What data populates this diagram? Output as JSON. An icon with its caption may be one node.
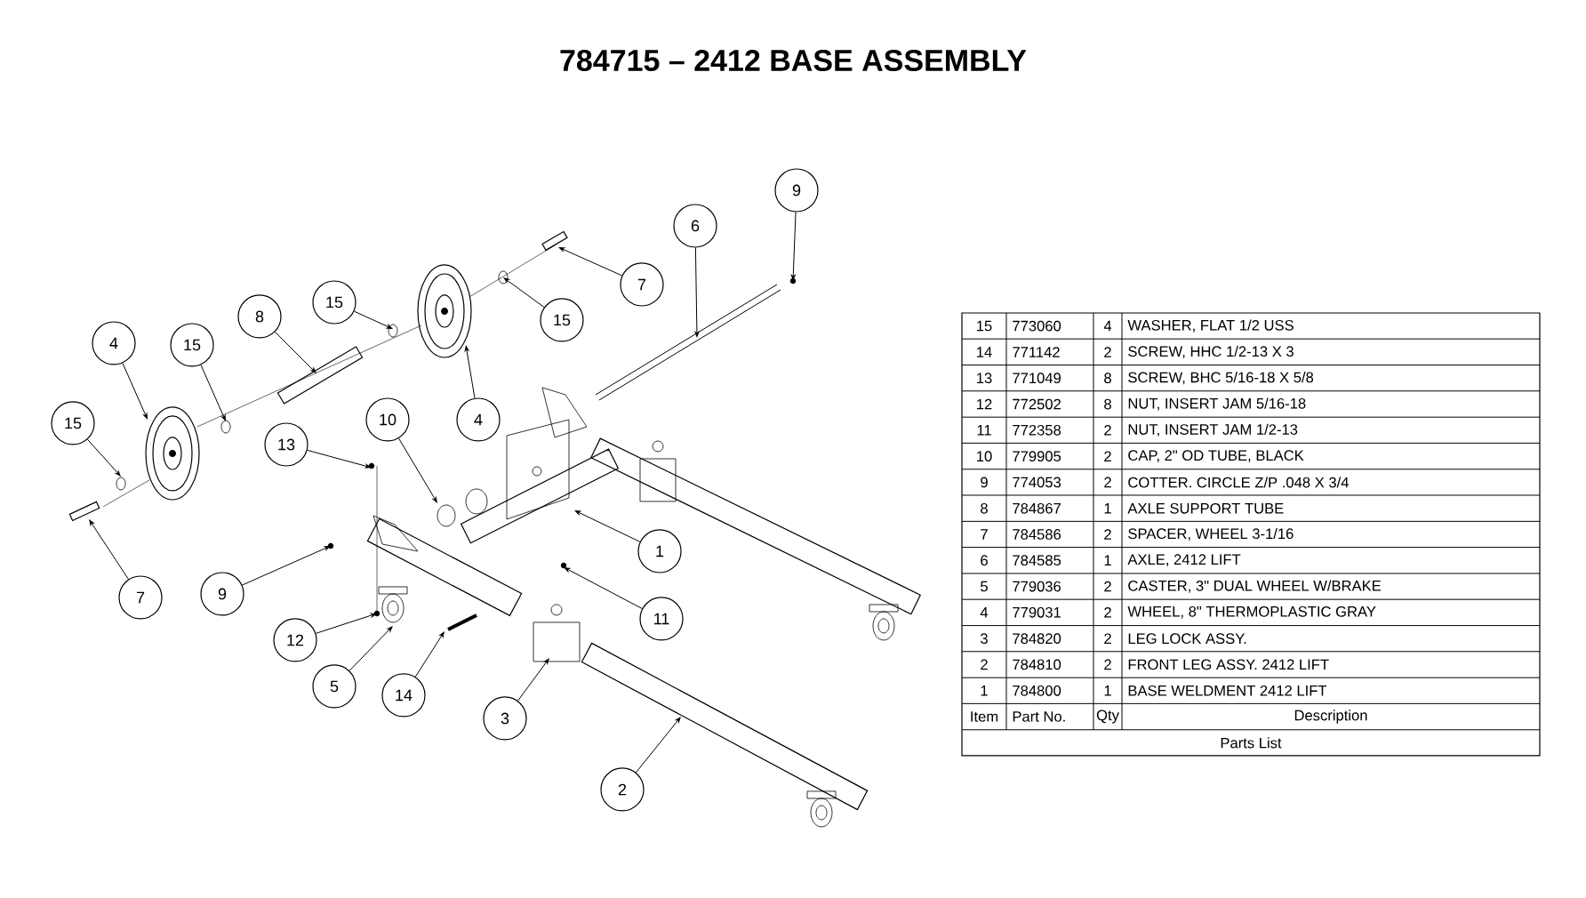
{
  "diagram": {
    "title": "784715 – 2412 BASE ASSEMBLY",
    "nodes": [
      {
        "text": [
          "9"
        ]
      },
      {
        "text": [
          "6"
        ]
      },
      {
        "text": [
          "7"
        ]
      },
      {
        "text": [
          "15"
        ]
      },
      {
        "text": [
          "15"
        ]
      },
      {
        "text": [
          "8"
        ]
      },
      {
        "text": [
          "4"
        ]
      },
      {
        "text": [
          "4"
        ]
      },
      {
        "text": [
          "15"
        ]
      },
      {
        "text": [
          "15"
        ]
      },
      {
        "text": [
          "7"
        ]
      },
      {
        "text": [
          "10"
        ]
      },
      {
        "text": [
          "13"
        ]
      },
      {
        "text": [
          "1"
        ]
      },
      {
        "text": [
          "9"
        ]
      },
      {
        "text": [
          "11"
        ]
      },
      {
        "text": [
          "12"
        ]
      },
      {
        "text": [
          "5"
        ]
      },
      {
        "text": [
          "14"
        ]
      },
      {
        "text": [
          "3"
        ]
      },
      {
        "text": [
          "2"
        ]
      }
    ],
    "edges": [
      {
        "from": 0,
        "to": null,
        "arrow": "to"
      },
      {
        "from": 1,
        "to": null,
        "arrow": "to"
      },
      {
        "from": 2,
        "to": null,
        "arrow": "to"
      },
      {
        "from": 3,
        "to": null,
        "arrow": "to"
      },
      {
        "from": 4,
        "to": null,
        "arrow": "to"
      },
      {
        "from": 5,
        "to": null,
        "arrow": "to"
      },
      {
        "from": 6,
        "to": null,
        "arrow": "to"
      },
      {
        "from": 7,
        "to": null,
        "arrow": "to"
      },
      {
        "from": 8,
        "to": null,
        "arrow": "to"
      },
      {
        "from": 9,
        "to": null,
        "arrow": "to"
      },
      {
        "from": 10,
        "to": null,
        "arrow": "to"
      },
      {
        "from": 11,
        "to": null,
        "arrow": "to"
      },
      {
        "from": 12,
        "to": null,
        "arrow": "to"
      },
      {
        "from": 13,
        "to": null,
        "arrow": "to"
      },
      {
        "from": 14,
        "to": null,
        "arrow": "to"
      },
      {
        "from": 15,
        "to": null,
        "arrow": "to"
      },
      {
        "from": 16,
        "to": null,
        "arrow": "to"
      },
      {
        "from": 17,
        "to": null,
        "arrow": "to"
      },
      {
        "from": 18,
        "to": null,
        "arrow": "to"
      },
      {
        "from": 19,
        "to": null,
        "arrow": "to"
      },
      {
        "from": 20,
        "to": null,
        "arrow": "to"
      }
    ],
    "labels": [
      "15",
      "773060",
      "4",
      "WASHER, FLAT 1/2 USS",
      "14",
      "771142",
      "2",
      "SCREW, HHC 1/2-13 X 3",
      "13",
      "771049",
      "8",
      "SCREW, BHC 5/16-18 X 5/8",
      "12",
      "772502",
      "8",
      "NUT, INSERT JAM 5/16-18",
      "11",
      "772358",
      "2",
      "NUT, INSERT JAM 1/2-13",
      "10",
      "779905",
      "2",
      "CAP, 2\" OD TUBE, BLACK",
      "9",
      "774053",
      "2",
      "COTTER. CIRCLE Z/P .048 X 3/4",
      "8",
      "784867",
      "1",
      "AXLE SUPPORT TUBE",
      "7",
      "784586",
      "2",
      "SPACER, WHEEL 3-1/16",
      "6",
      "784585",
      "1",
      "AXLE, 2412 LIFT",
      "5",
      "779036",
      "2",
      "CASTER, 3\" DUAL WHEEL W/BRAKE",
      "4",
      "779031",
      "2",
      "WHEEL, 8\" THERMOPLASTIC GRAY",
      "3",
      "784820",
      "2",
      "LEG LOCK ASSY.",
      "2",
      "784810",
      "2",
      "FRONT LEG ASSY. 2412 LIFT",
      "1",
      "784800",
      "1",
      "BASE WELDMENT 2412 LIFT",
      "Item",
      "Part No.",
      "Qty",
      "Description",
      "Parts List"
    ]
  }
}
